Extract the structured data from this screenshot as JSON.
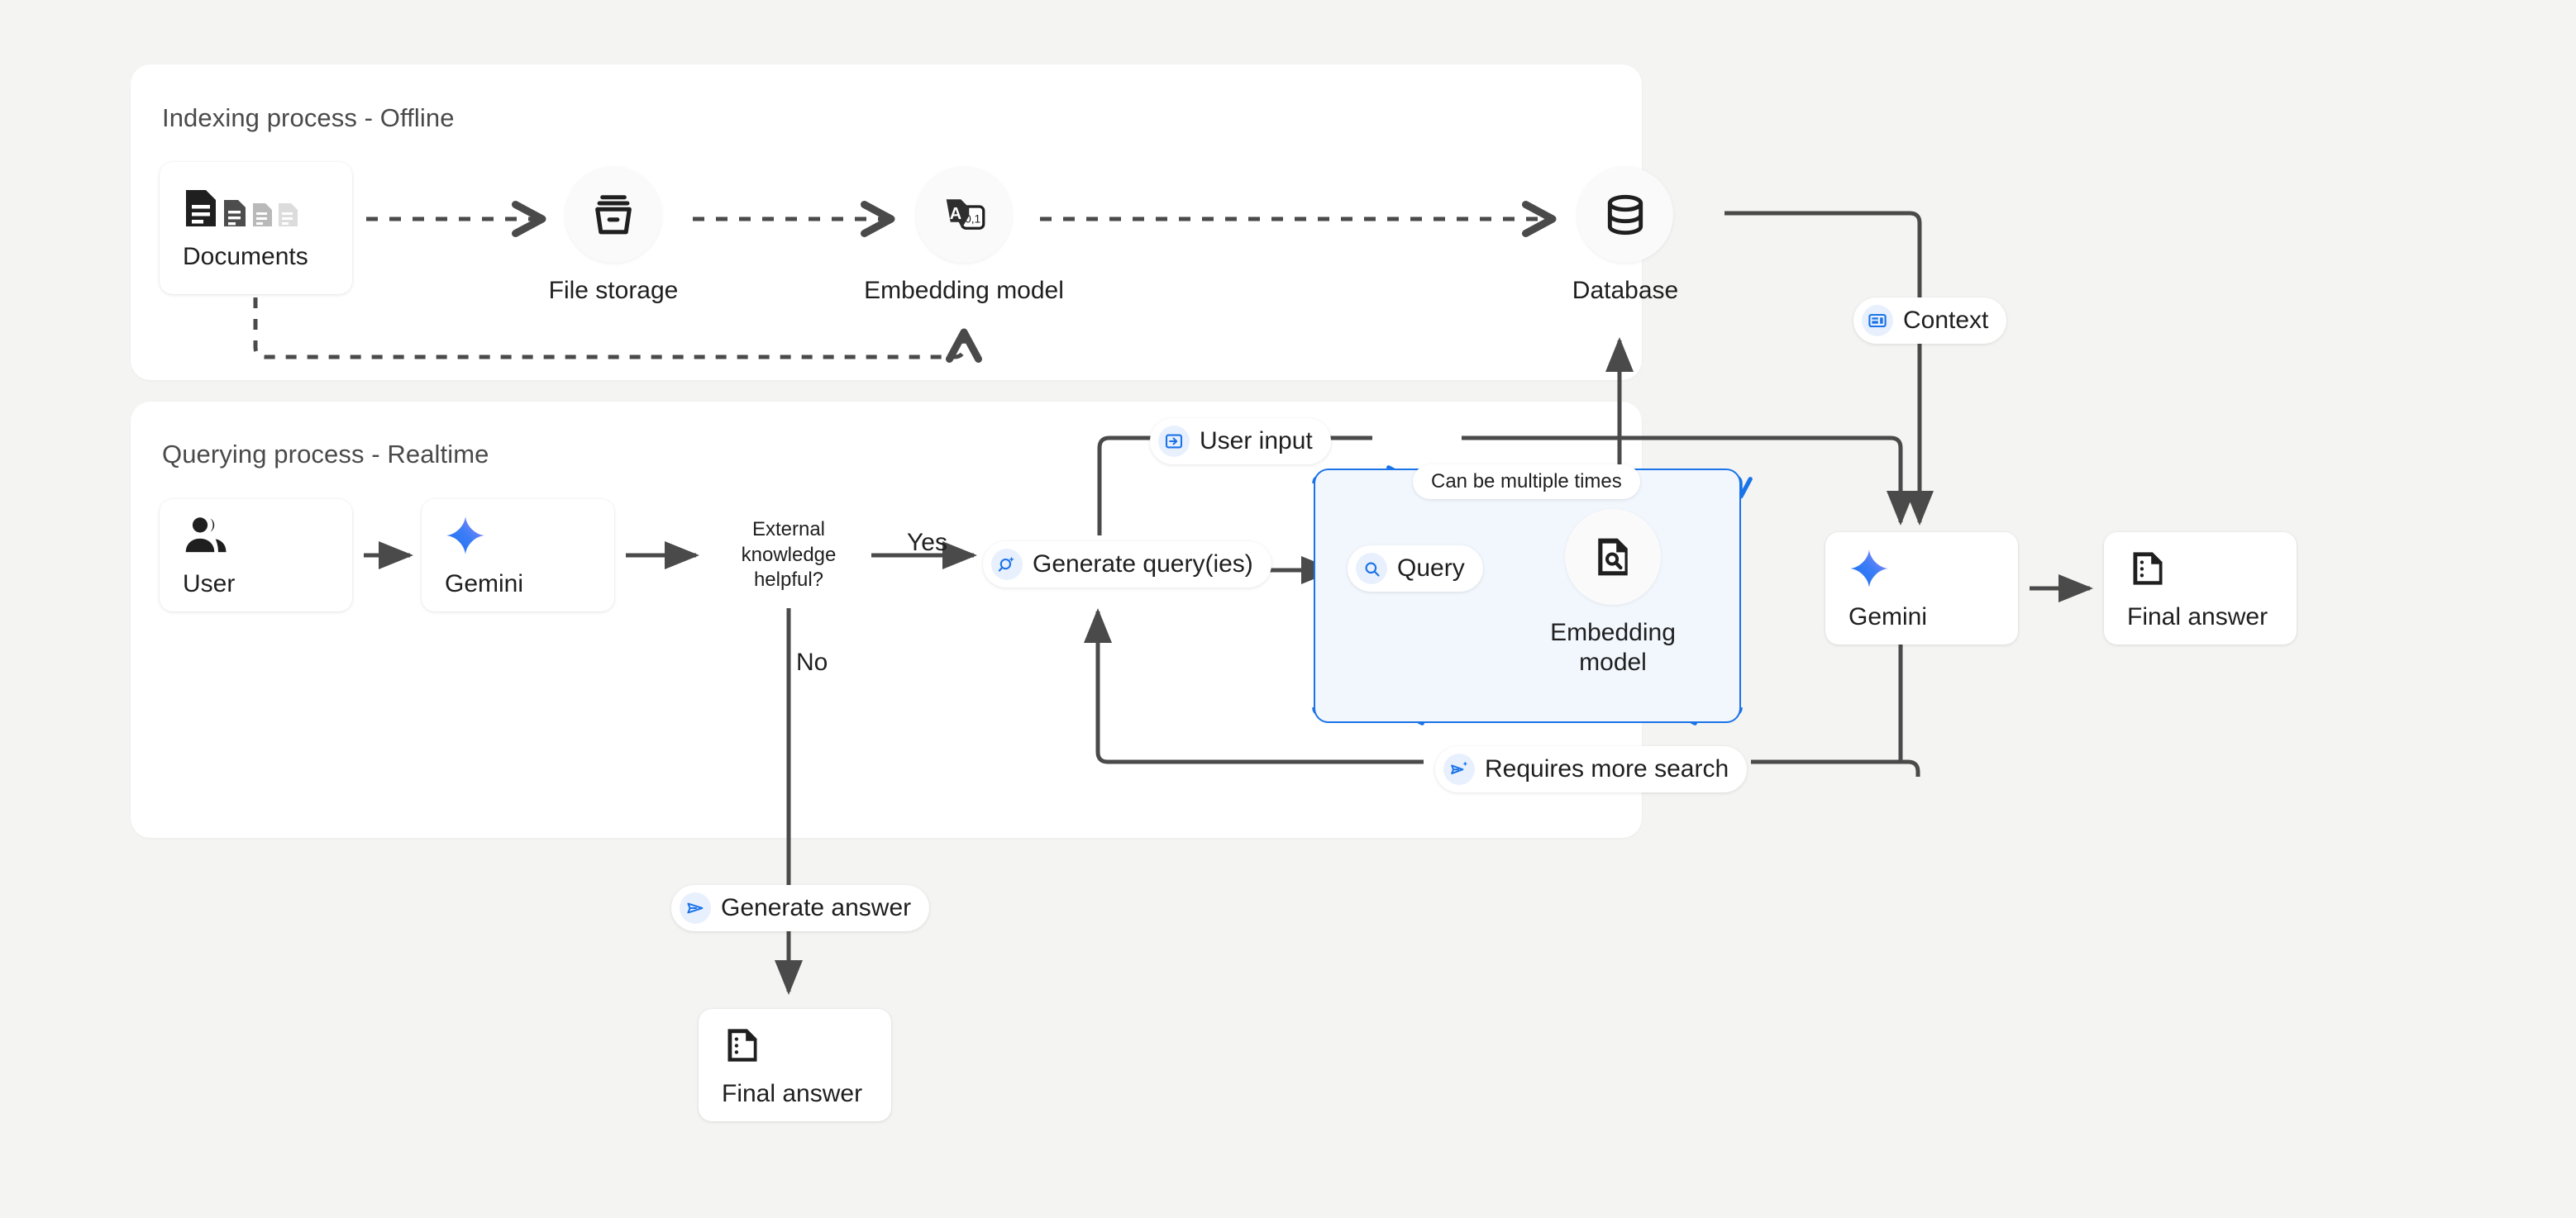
{
  "meta": {
    "background_color": "#f4f4f2",
    "panel_color": "#ffffff",
    "accent_blue": "#1a73e8",
    "chip_icon_bg": "#e8f0fe",
    "loop_fill": "#f2f7fe",
    "line_color": "#4a4a4a",
    "text_color": "#1f1f1f"
  },
  "panels": [
    {
      "id": "indexing",
      "title": "Indexing process - Offline"
    },
    {
      "id": "querying",
      "title": "Querying process - Realtime"
    }
  ],
  "indexing": {
    "nodes": [
      {
        "name": "documents",
        "label": "Documents",
        "icon": "documents-stack-icon",
        "shape": "card"
      },
      {
        "name": "file-storage",
        "label": "File storage",
        "icon": "archive-box-icon",
        "shape": "circle"
      },
      {
        "name": "embedding-model",
        "label": "Embedding model",
        "icon": "text-to-vector-icon",
        "shape": "circle"
      },
      {
        "name": "database",
        "label": "Database",
        "icon": "database-cylinder-icon",
        "shape": "circle"
      }
    ]
  },
  "querying": {
    "nodes": [
      {
        "name": "user",
        "label": "User",
        "icon": "users-icon",
        "shape": "card"
      },
      {
        "name": "gemini-left",
        "label": "Gemini",
        "icon": "gemini-sparkle-icon",
        "shape": "card"
      },
      {
        "name": "gemini-right",
        "label": "Gemini",
        "icon": "gemini-sparkle-icon",
        "shape": "card"
      },
      {
        "name": "final-answer-right",
        "label": "Final answer",
        "icon": "answer-document-icon",
        "shape": "card"
      },
      {
        "name": "final-answer-bottom",
        "label": "Final answer",
        "icon": "answer-document-icon",
        "shape": "card"
      },
      {
        "name": "embedding-model-query",
        "label": "Embedding model",
        "icon": "document-search-icon",
        "shape": "circle"
      }
    ],
    "decision": {
      "label": "External knowledge helpful?",
      "yes": "Yes",
      "no": "No"
    }
  },
  "chips": [
    {
      "name": "context",
      "label": "Context",
      "icon": "context-card-icon"
    },
    {
      "name": "user-input",
      "label": "User input",
      "icon": "login-arrow-icon"
    },
    {
      "name": "generate-query",
      "label": "Generate query(ies)",
      "icon": "search-sparkle-icon"
    },
    {
      "name": "query",
      "label": "Query",
      "icon": "search-icon"
    },
    {
      "name": "can-be-multiple",
      "label": "Can be multiple times",
      "icon": null
    },
    {
      "name": "requires-more-search",
      "label": "Requires more search",
      "icon": "send-sparkle-icon"
    },
    {
      "name": "generate-answer",
      "label": "Generate answer",
      "icon": "send-icon"
    }
  ],
  "labels": {
    "yes": "Yes",
    "no": "No"
  }
}
